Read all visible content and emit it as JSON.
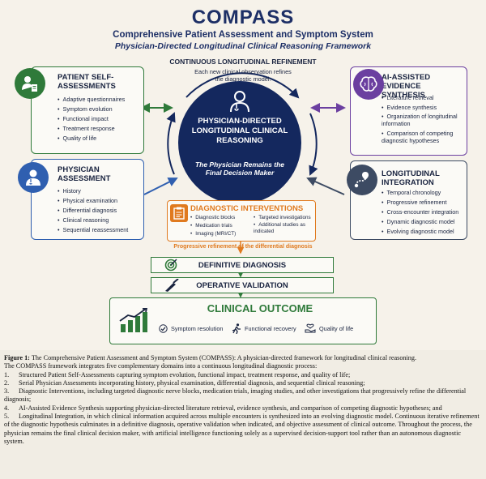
{
  "title": "COMPASS",
  "subtitle": "Comprehensive Patient Assessment and Symptom System",
  "framework": "Physician-Directed Longitudinal Clinical Reasoning Framework",
  "refinement": {
    "heading": "CONTINUOUS LONGITUDINAL REFINEMENT",
    "text": "Each new clinical observation refines the diagnostic model."
  },
  "center": {
    "heading": "PHYSICIAN-DIRECTED LONGITUDINAL CLINICAL REASONING",
    "note": "The Physician Remains the Final Decision Maker"
  },
  "patient": {
    "heading": "PATIENT SELF-ASSESSMENTS",
    "items": [
      "Adaptive questionnaires",
      "Symptom evolution",
      "Functional impact",
      "Treatment response",
      "Quality of life"
    ]
  },
  "physician": {
    "heading": "PHYSICIAN ASSESSMENT",
    "items": [
      "History",
      "Physical examination",
      "Differential diagnosis",
      "Clinical reasoning",
      "Sequential reassessment"
    ]
  },
  "ai": {
    "heading": "AI-ASSISTED EVIDENCE SYNTHESIS",
    "items": [
      "Literature retrieval",
      "Evidence synthesis",
      "Organization of longitudinal information",
      "Comparison of competing diagnostic hypotheses"
    ]
  },
  "longitudinal": {
    "heading": "LONGITUDINAL INTEGRATION",
    "items": [
      "Temporal chronology",
      "Progressive refinement",
      "Cross-encounter integration",
      "Dynamic diagnostic model",
      "Evolving diagnostic model"
    ]
  },
  "diagnostic": {
    "heading": "DIAGNOSTIC INTERVENTIONS",
    "col1": [
      "Diagnostic blocks",
      "Medication trials",
      "Imaging (MRI/CT)"
    ],
    "col2": [
      "Targeted investigations",
      "Additional studies as indicated"
    ]
  },
  "flow": {
    "progressive": "Progressive refinement of the differential diagnosis",
    "definitive": "DEFINITIVE DIAGNOSIS",
    "operative": "OPERATIVE VALIDATION",
    "outcome": "CLINICAL OUTCOME",
    "outcome_items": [
      "Symptom resolution",
      "Functional recovery",
      "Quality of life"
    ]
  },
  "colors": {
    "navy": "#14285e",
    "green": "#2f7a3a",
    "purple": "#6b3fa0",
    "blue": "#2f5fb0",
    "slate": "#3d4b63",
    "orange": "#e07a1f"
  },
  "icons": {
    "patient": "patient-clipboard-icon",
    "physician": "doctor-icon",
    "ai": "brain-icon",
    "longitudinal": "path-pin-icon",
    "diagnostic": "clipboard-icon",
    "definitive": "target-icon",
    "operative": "scalpel-icon",
    "outcome": "growth-chart-icon"
  },
  "caption": {
    "label": "Figure 1:",
    "text": "The Comprehensive Patient Assessment and Symptom System (COMPASS): A physician-directed framework for longitudinal clinical reasoning.",
    "intro": "The COMPASS framework integrates five complementary domains into a continuous longitudinal diagnostic process:",
    "items": [
      {
        "n": "1.",
        "t": "Structured Patient Self-Assessments capturing symptom evolution, functional impact, treatment response, and quality of life;"
      },
      {
        "n": "2.",
        "t": "Serial Physician Assessments incorporating history, physical examination, differential diagnosis, and sequential clinical reasoning;"
      },
      {
        "n": "3.",
        "t": "Diagnostic Interventions, including targeted diagnostic nerve blocks, medication trials, imaging studies, and other investigations that progressively refine the differential diagnosis;"
      },
      {
        "n": "4.",
        "t": "AI-Assisted Evidence Synthesis supporting physician-directed literature retrieval, evidence synthesis, and comparison of competing diagnostic hypotheses; and"
      },
      {
        "n": "5.",
        "t": "Longitudinal Integration, in which clinical information acquired across multiple encounters is synthesized into an evolving diagnostic model. Continuous iterative refinement of the diagnostic hypothesis culminates in a definitive diagnosis, operative validation when indicated, and objective assessment of clinical outcome. Throughout the process, the physician remains the final clinical decision maker, with artificial intelligence functioning solely as a supervised decision-support tool rather than an autonomous diagnostic system."
      }
    ]
  }
}
